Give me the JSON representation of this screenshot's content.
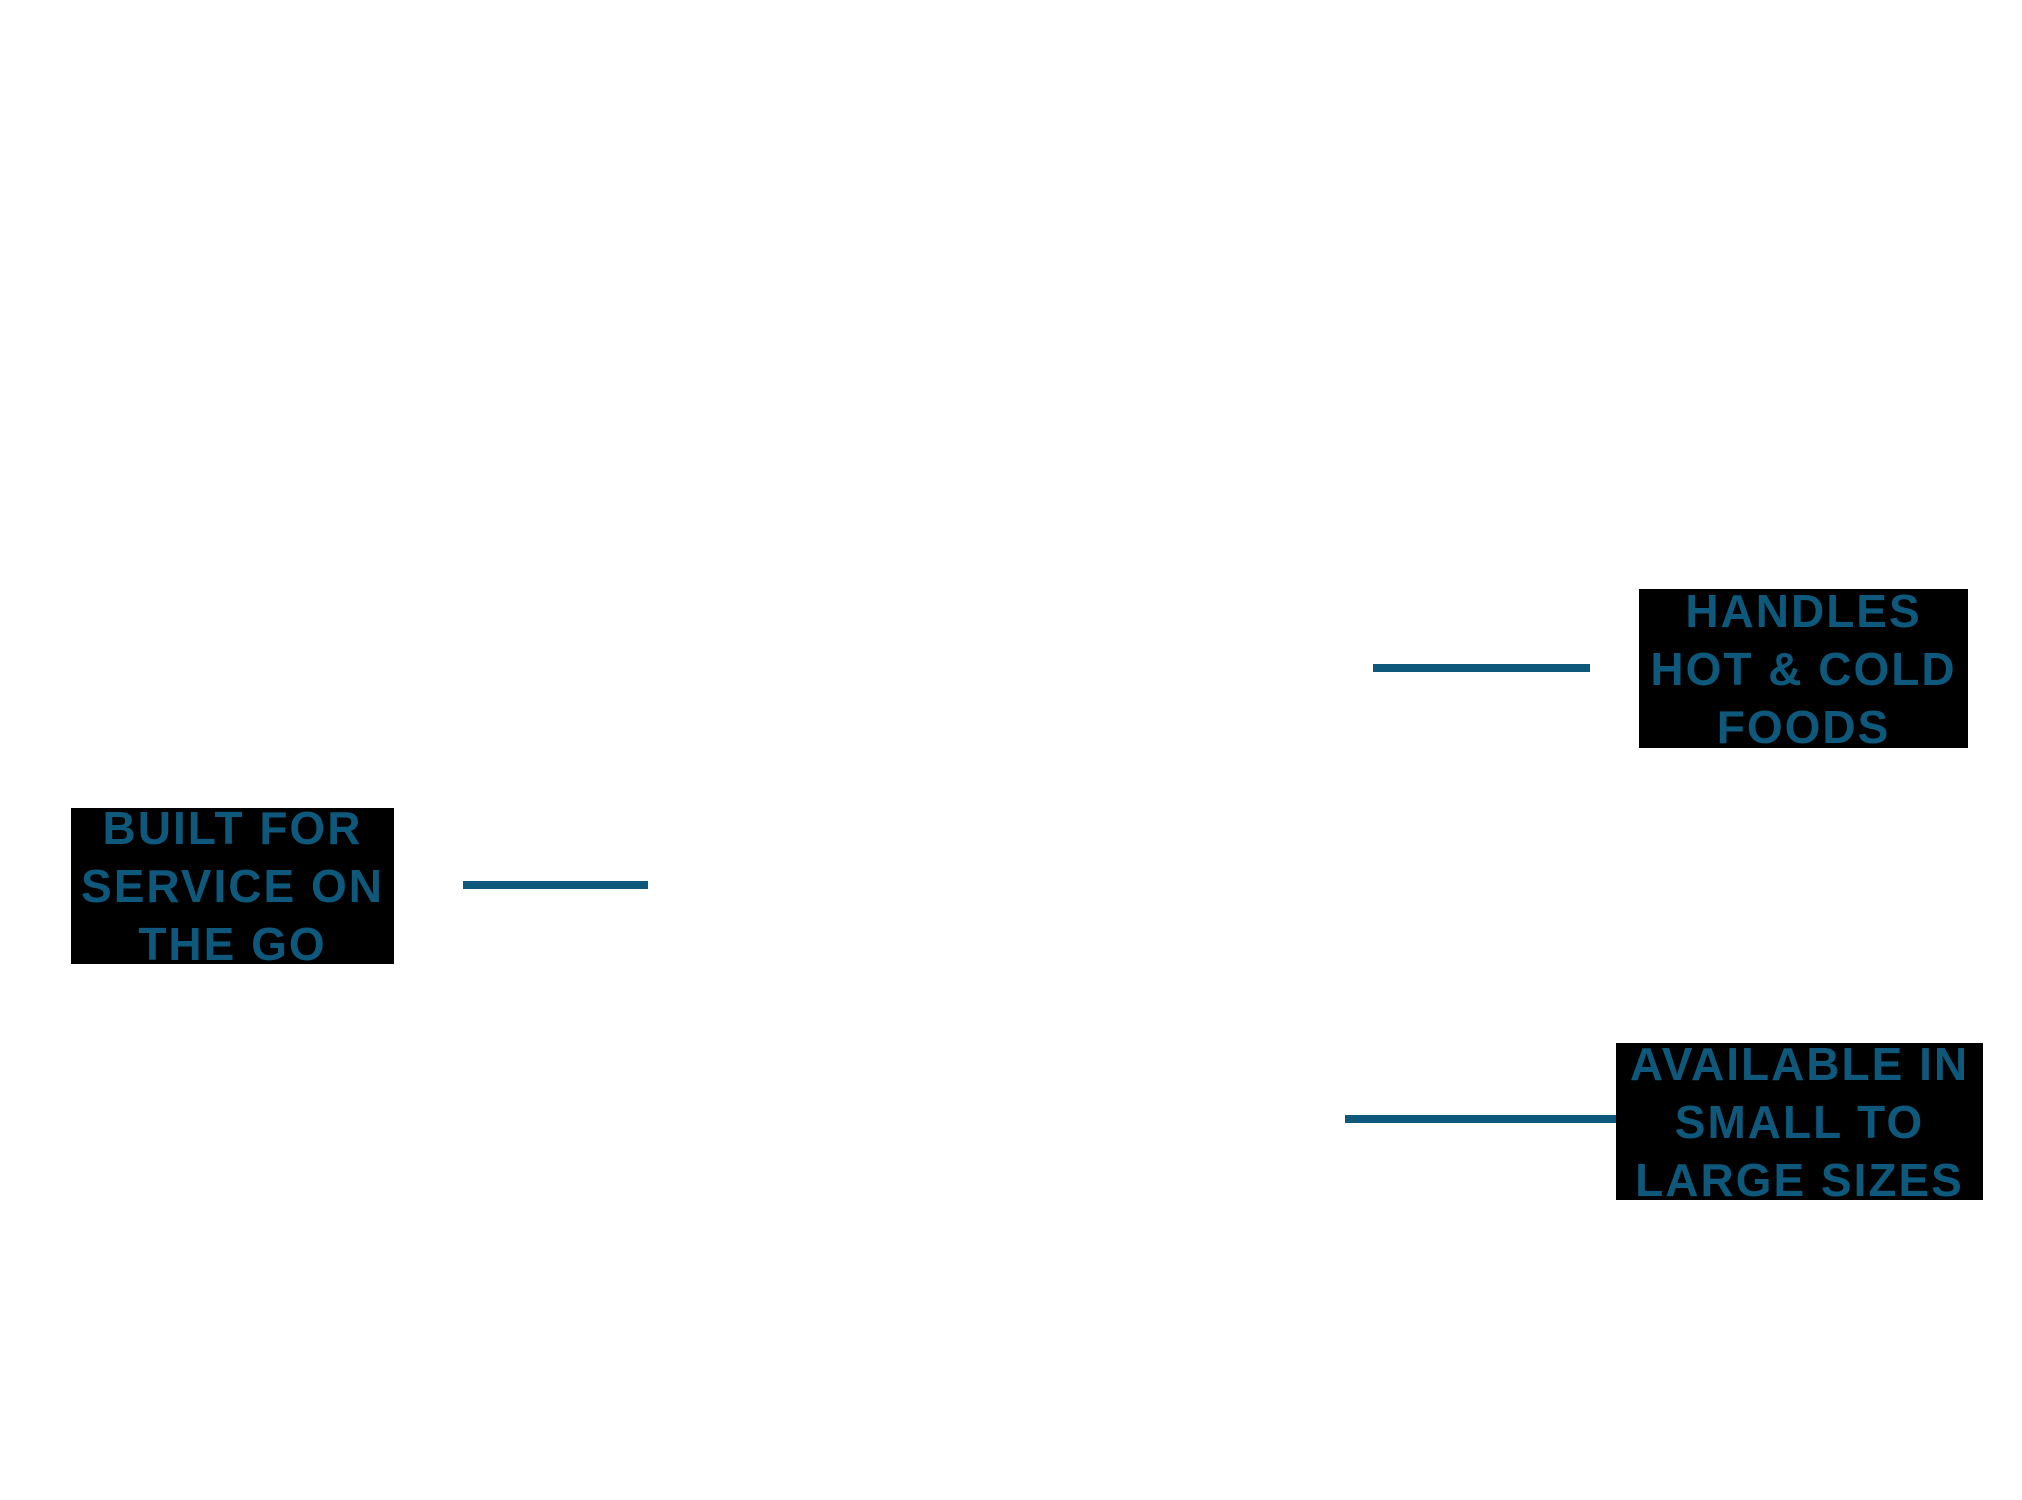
{
  "colors": {
    "accent_teal": "#0D587B",
    "callout_background": "#000000",
    "page_background": "#ffffff"
  },
  "callouts": {
    "hot_cold": {
      "lines": {
        "0": "HANDLES",
        "1": "HOT & COLD",
        "2": "FOODS"
      }
    },
    "service": {
      "lines": {
        "0": "BUILT FOR",
        "1": "SERVICE ON",
        "2": "THE GO"
      }
    },
    "sizes": {
      "lines": {
        "0": "AVAILABLE IN",
        "1": "SMALL TO",
        "2": "LARGE SIZES"
      }
    }
  }
}
